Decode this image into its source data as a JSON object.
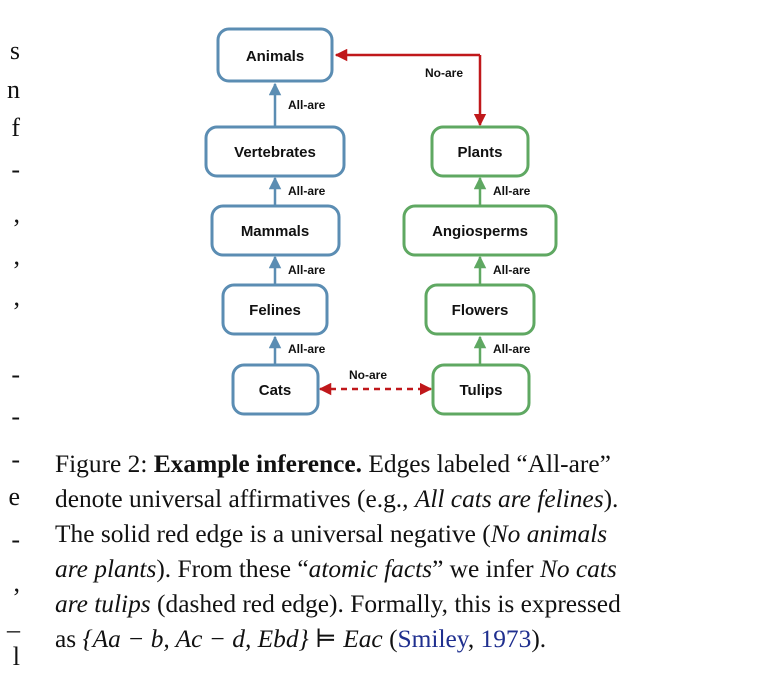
{
  "gutter_marks": [
    "s",
    "n",
    "f",
    "-",
    ",",
    ",",
    ",",
    "-",
    "-",
    "-",
    "e",
    "-",
    ",",
    "_",
    "l"
  ],
  "diagram": {
    "nodes": {
      "animals": "Animals",
      "vertebrates": "Vertebrates",
      "mammals": "Mammals",
      "felines": "Felines",
      "cats": "Cats",
      "plants": "Plants",
      "angiosperms": "Angiosperms",
      "flowers": "Flowers",
      "tulips": "Tulips"
    },
    "edges": {
      "all_are": "All-are",
      "no_are": "No-are"
    },
    "colors": {
      "animal_chain": "#5b8db3",
      "plant_chain": "#5fa862",
      "negation": "#c0181b"
    }
  },
  "caption": {
    "fig_label": "Figure 2:",
    "bold_title": "Example inference.",
    "l1_rest": "Edges labeled “All-are”",
    "l2_a": "denote universal affirmatives (e.g.,",
    "l2_b": "All cats are felines",
    "l2_c": ").",
    "l3_a": "The solid red edge is a universal negative (",
    "l3_b": "No animals",
    "l4_a": "are plants",
    "l4_b": "). From these “",
    "l4_c": "atomic facts",
    "l4_d": "” we infer",
    "l4_e": "No cats",
    "l5_a": "are tulips",
    "l5_b": "(dashed red edge). Formally, this is expressed",
    "l6_a": "as",
    "formula": "{Aa − b,  Ac − d,  Ebd} ⊨ Eac",
    "l6_b": "(",
    "cite_author": "Smiley",
    "cite_sep": ", ",
    "cite_year": "1973",
    "l6_c": ")."
  }
}
